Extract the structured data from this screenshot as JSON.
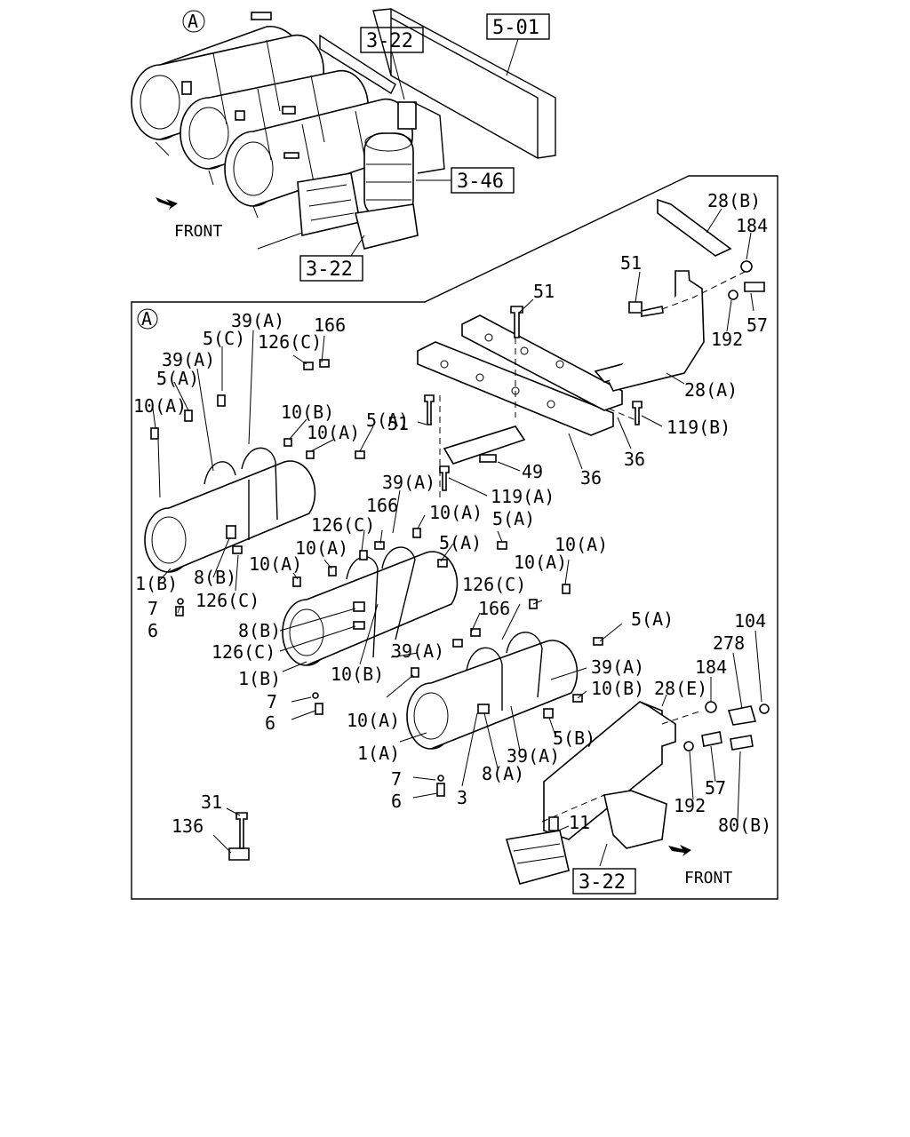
{
  "overview": {
    "marker": "A",
    "refs": [
      "3-22",
      "5-01",
      "3-46",
      "3-22"
    ],
    "front": "FRONT"
  },
  "detail": {
    "marker": "A",
    "front": "FRONT",
    "ref": "3-22",
    "callouts": [
      "28(B)",
      "184",
      "51",
      "57",
      "192",
      "28(A)",
      "51",
      "119(B)",
      "36",
      "36",
      "49",
      "119(A)",
      "51",
      "39(A)",
      "166",
      "5(C)",
      "126(C)",
      "39(A)",
      "5(A)",
      "10(A)",
      "10(B)",
      "10(A)",
      "5(A)",
      "39(A)",
      "166",
      "126(C)",
      "10(A)",
      "10(A)",
      "10(A)",
      "5(A)",
      "5(A)",
      "10(A)",
      "10(A)",
      "1(B)",
      "8(B)",
      "126(C)",
      "7",
      "6",
      "126(C)",
      "166",
      "8(B)",
      "126(C)",
      "1(B)",
      "10(B)",
      "39(A)",
      "5(A)",
      "39(A)",
      "10(B)",
      "7",
      "6",
      "10(A)",
      "1(A)",
      "5(B)",
      "39(A)",
      "8(A)",
      "7",
      "6",
      "3",
      "104",
      "278",
      "184",
      "28(E)",
      "192",
      "57",
      "80(B)",
      "11",
      "31",
      "136"
    ]
  }
}
